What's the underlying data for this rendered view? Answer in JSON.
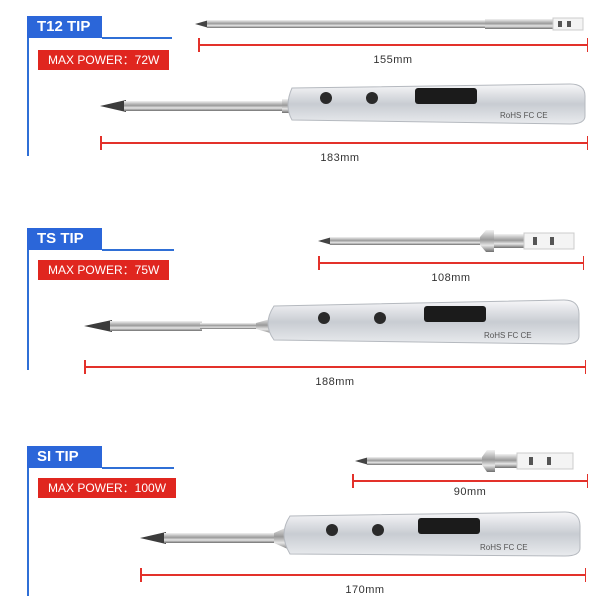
{
  "sections": [
    {
      "tip_label": "T12 TIP",
      "max_power": "MAX POWER：72W",
      "tip_length": "155mm",
      "iron_length": "183mm"
    },
    {
      "tip_label": "TS TIP",
      "max_power": "MAX POWER：75W",
      "tip_length": "108mm",
      "iron_length": "188mm"
    },
    {
      "tip_label": "SI TIP",
      "max_power": "MAX POWER：100W",
      "tip_length": "90mm",
      "iron_length": "170mm"
    }
  ],
  "colors": {
    "accent_blue": "#2b66d9",
    "accent_red": "#e0261f"
  }
}
